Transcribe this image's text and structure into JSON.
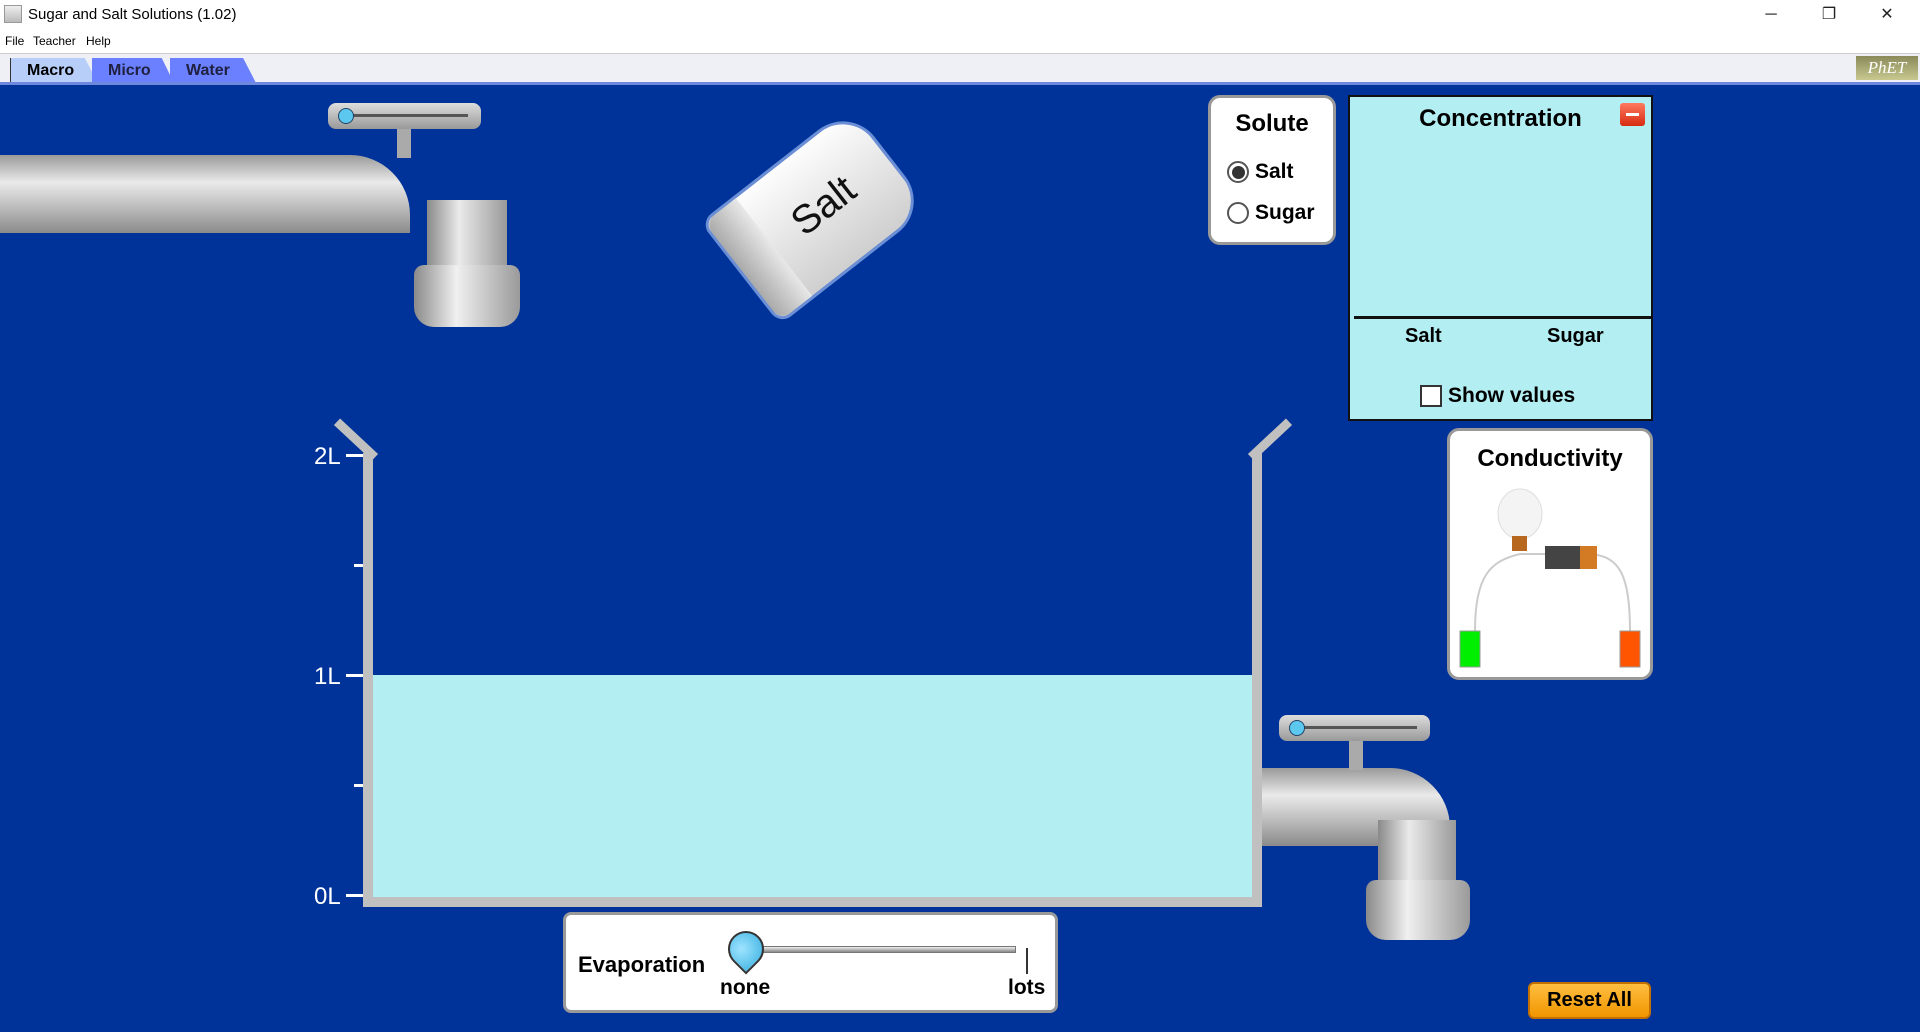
{
  "window": {
    "title": "Sugar and Salt Solutions (1.02)",
    "minimize": "─",
    "restore": "❐",
    "close": "✕"
  },
  "menu": [
    "File",
    "Teacher",
    "Help"
  ],
  "tabs": [
    {
      "label": "Macro",
      "active": true
    },
    {
      "label": "Micro",
      "active": false
    },
    {
      "label": "Water",
      "active": false
    }
  ],
  "logo": "PhET",
  "shaker": {
    "label": "Salt"
  },
  "solute": {
    "title": "Solute",
    "options": [
      {
        "label": "Salt",
        "selected": true
      },
      {
        "label": "Sugar",
        "selected": false
      }
    ]
  },
  "concentration": {
    "title": "Concentration",
    "bars": [
      "Salt",
      "Sugar"
    ],
    "show_values_label": "Show values",
    "show_values_checked": false
  },
  "conductivity": {
    "title": "Conductivity"
  },
  "beaker": {
    "labels": [
      "2L",
      "1L",
      "0L"
    ],
    "volume_liters": 1
  },
  "evaporation": {
    "label": "Evaporation",
    "min_label": "none",
    "max_label": "lots",
    "value": 0
  },
  "faucets": {
    "input_flow": 0,
    "drain_flow": 0
  },
  "reset_label": "Reset All",
  "colors": {
    "background": "#003399",
    "water": "#b3eef2",
    "reset": "#f5a623"
  }
}
